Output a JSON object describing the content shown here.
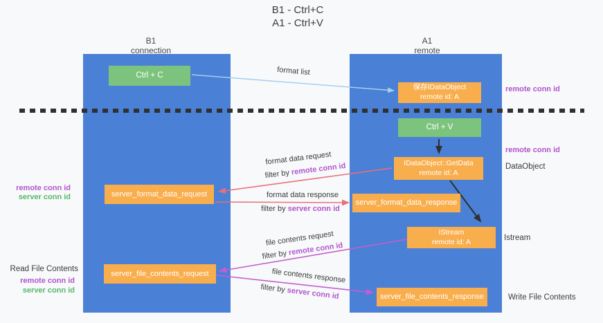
{
  "title": {
    "line1": "B1 - Ctrl+C",
    "line2": "A1 - Ctrl+V"
  },
  "lanes": {
    "left": {
      "name": "B1",
      "subtitle": "connection"
    },
    "right": {
      "name": "A1",
      "subtitle": "remote"
    }
  },
  "boxes": {
    "ctrl_c": {
      "label": "Ctrl + C"
    },
    "save_idataobject": {
      "line1": "保存IDataObject",
      "line2": "remote id: A"
    },
    "ctrl_v": {
      "label": "Ctrl + V"
    },
    "getdata": {
      "line1": "IDataObject::GetData",
      "line2": "remote id: A"
    },
    "format_request": {
      "label": "server_format_data_request"
    },
    "format_response": {
      "label": "server_format_data_response"
    },
    "istream": {
      "line1": "IStream",
      "line2": "remote id: A"
    },
    "file_request": {
      "label": "server_file_contents_request"
    },
    "file_response": {
      "label": "server_file_contents_response"
    }
  },
  "arrow_labels": {
    "format_list": "format list",
    "format_data_request": {
      "title": "format data request",
      "filter_prefix": "filter by",
      "filter_keyword": "remote conn id"
    },
    "format_data_response": {
      "title": "format data response",
      "filter_prefix": "filter by",
      "filter_keyword": "server conn id"
    },
    "file_contents_request": {
      "title": "file contents request",
      "filter_prefix": "filter by",
      "filter_keyword": "remote conn id"
    },
    "file_contents_response": {
      "title": "file contents response",
      "filter_prefix": "filter by",
      "filter_keyword": "server conn id"
    }
  },
  "side_labels": {
    "right": {
      "remote_conn_id_top": "remote conn id",
      "remote_conn_id_mid": "remote conn id",
      "dataobject": "DataObject",
      "istream": "Istream",
      "write_file_contents": "Write File Contents"
    },
    "left": {
      "remote_conn_id_mid": "remote conn id",
      "server_conn_id_mid": "server conn id",
      "read_file_contents": "Read File Contents",
      "remote_conn_id_bottom": "remote conn id",
      "server_conn_id_bottom": "server conn id"
    }
  },
  "colors": {
    "background": "#f8f9fa",
    "lane_blue": "#4a80d5",
    "box_orange": "#f9ae4d",
    "box_green": "#7cc47e",
    "arrow_light_blue": "#a5cff0",
    "arrow_red": "#e8707a",
    "arrow_magenta": "#c55ecf",
    "arrow_black": "#303030",
    "keyword_purple": "#b055cd",
    "keyword_green": "#58b76b",
    "text_dark": "#3b3b3b"
  }
}
